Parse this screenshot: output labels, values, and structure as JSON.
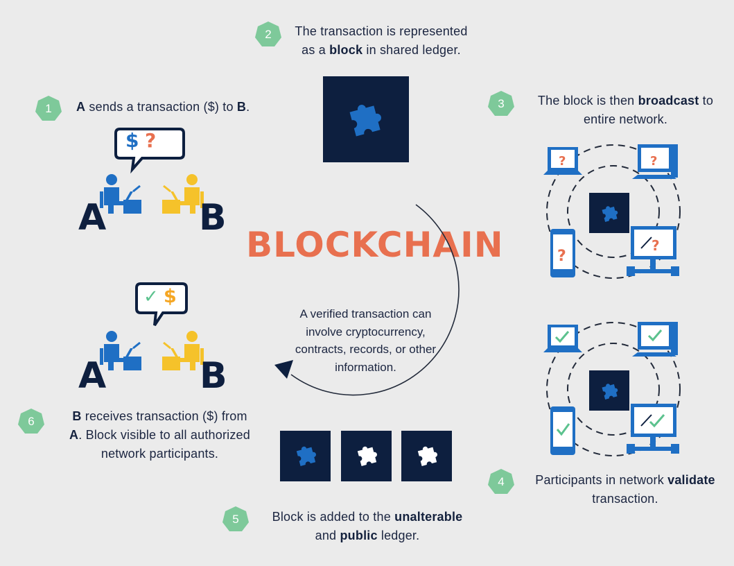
{
  "title": "BLOCKCHAIN",
  "center_text": "A verified transaction can involve cryptocurrency, contracts, records, or other information.",
  "letters": {
    "a": "A",
    "b": "B"
  },
  "bubble_glyphs": {
    "dollar": "$",
    "question": "?",
    "check": "✓"
  },
  "steps": [
    {
      "number": "1",
      "parts": [
        {
          "t": "A",
          "b": true
        },
        {
          "t": " sends a transaction ($) to "
        },
        {
          "t": "B",
          "b": true
        },
        {
          "t": "."
        }
      ]
    },
    {
      "number": "2",
      "line1": [
        {
          "t": "The transaction is represented"
        }
      ],
      "line2": [
        {
          "t": "as a "
        },
        {
          "t": "block",
          "b": true
        },
        {
          "t": " in shared ledger."
        }
      ]
    },
    {
      "number": "3",
      "line1": [
        {
          "t": "The block is then "
        },
        {
          "t": "broadcast",
          "b": true
        },
        {
          "t": " to"
        }
      ],
      "line2": [
        {
          "t": "entire network."
        }
      ]
    },
    {
      "number": "4",
      "line1": [
        {
          "t": "Participants in network "
        },
        {
          "t": "validate",
          "b": true
        }
      ],
      "line2": [
        {
          "t": "transaction."
        }
      ]
    },
    {
      "number": "5",
      "line1": [
        {
          "t": "Block is added to the "
        },
        {
          "t": "unalterable",
          "b": true
        }
      ],
      "line2": [
        {
          "t": "and "
        },
        {
          "t": "public",
          "b": true
        },
        {
          "t": " ledger."
        }
      ]
    },
    {
      "number": "6",
      "line1": [
        {
          "t": "B",
          "b": true
        },
        {
          "t": " receives transaction ($) from"
        }
      ],
      "line2": [
        {
          "t": "A",
          "b": true
        },
        {
          "t": ". Block visible to all authorized"
        }
      ],
      "line3": [
        {
          "t": "network participants."
        }
      ]
    }
  ],
  "colors": {
    "badge": "#7ec99a",
    "navy": "#0d1f3f",
    "blue": "#1f6fc4",
    "yellow": "#f5c22a",
    "accent": "#e8704f",
    "check": "#5cc28e",
    "background": "#ebebeb"
  }
}
